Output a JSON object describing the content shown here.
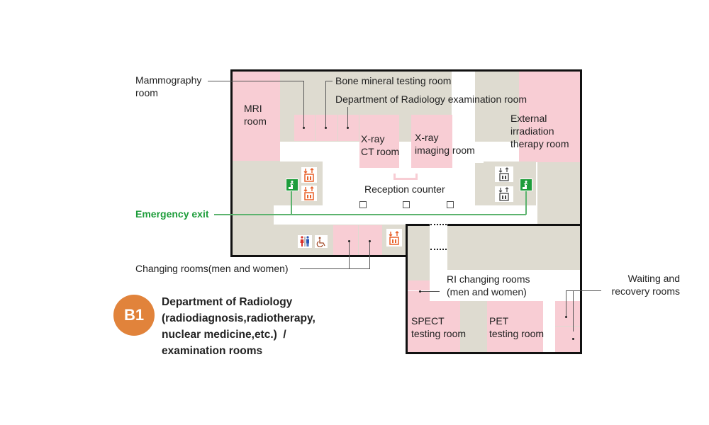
{
  "floor": {
    "badge": "B1",
    "title_lines": [
      "Department of Radiology",
      "(radiodiagnosis,radiotherapy,",
      "nuclear medicine,etc.)  /",
      "examination rooms"
    ]
  },
  "rooms": {
    "mri": [
      "MRI",
      "room"
    ],
    "xray_ct": [
      "X-ray",
      "CT room"
    ],
    "xray_imaging": [
      "X-ray",
      "imaging room"
    ],
    "external_irradiation": [
      "External",
      "irradiation",
      "therapy room"
    ],
    "reception": "Reception counter",
    "ri_changing": [
      "RI changing rooms",
      "(men and women)"
    ],
    "spect": [
      "SPECT",
      "testing room"
    ],
    "pet": [
      "PET",
      "testing room"
    ]
  },
  "callouts": {
    "mammography": [
      "Mammography",
      "room"
    ],
    "bone_mineral": "Bone mineral testing room",
    "radiology_exam": "Department of Radiology examination room",
    "emergency_exit": "Emergency exit",
    "changing_rooms": "Changing rooms(men and women)",
    "waiting_recovery": [
      "Waiting and",
      "recovery rooms"
    ]
  },
  "icons": {
    "elevator_orange": "elevator-icon",
    "elevator_gray": "elevator-icon",
    "emergency_exit": "emergency-exit-icon",
    "restroom": "restroom-icon",
    "accessible": "wheelchair-icon"
  },
  "colors": {
    "room_pink": "#f8cdd4",
    "area_gray": "#dedbd0",
    "exit_green": "#1e9d3b",
    "exit_line": "#5cb36e",
    "badge_orange": "#e1833b",
    "elevator_orange": "#e8612a"
  }
}
